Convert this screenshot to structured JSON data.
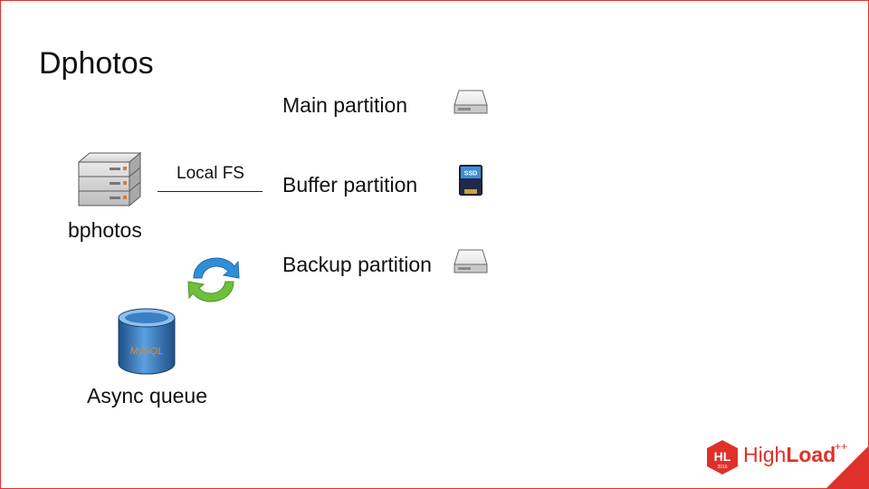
{
  "slide": {
    "title": "Dphotos"
  },
  "server": {
    "label": "bphotos",
    "icon": "server-rack-icon"
  },
  "connector": {
    "label": "Local FS"
  },
  "partitions": [
    {
      "label": "Main partition",
      "icon": "hard-drive-icon"
    },
    {
      "label": "Buffer partition",
      "icon": "ssd-icon",
      "badge": "SSD"
    },
    {
      "label": "Backup partition",
      "icon": "hard-drive-icon"
    }
  ],
  "sync": {
    "icon": "sync-arrows-icon"
  },
  "database": {
    "label": "Async queue",
    "icon": "mysql-database-icon",
    "brand": "MySQL"
  },
  "logo": {
    "badge": "HL",
    "year": "2016",
    "text_light": "High",
    "text_bold": "Load",
    "sup": "++"
  },
  "colors": {
    "accent": "#e0302a",
    "sync_blue": "#2f8ed6",
    "sync_green": "#6fbf3a",
    "db_blue": "#2a6fb0"
  }
}
